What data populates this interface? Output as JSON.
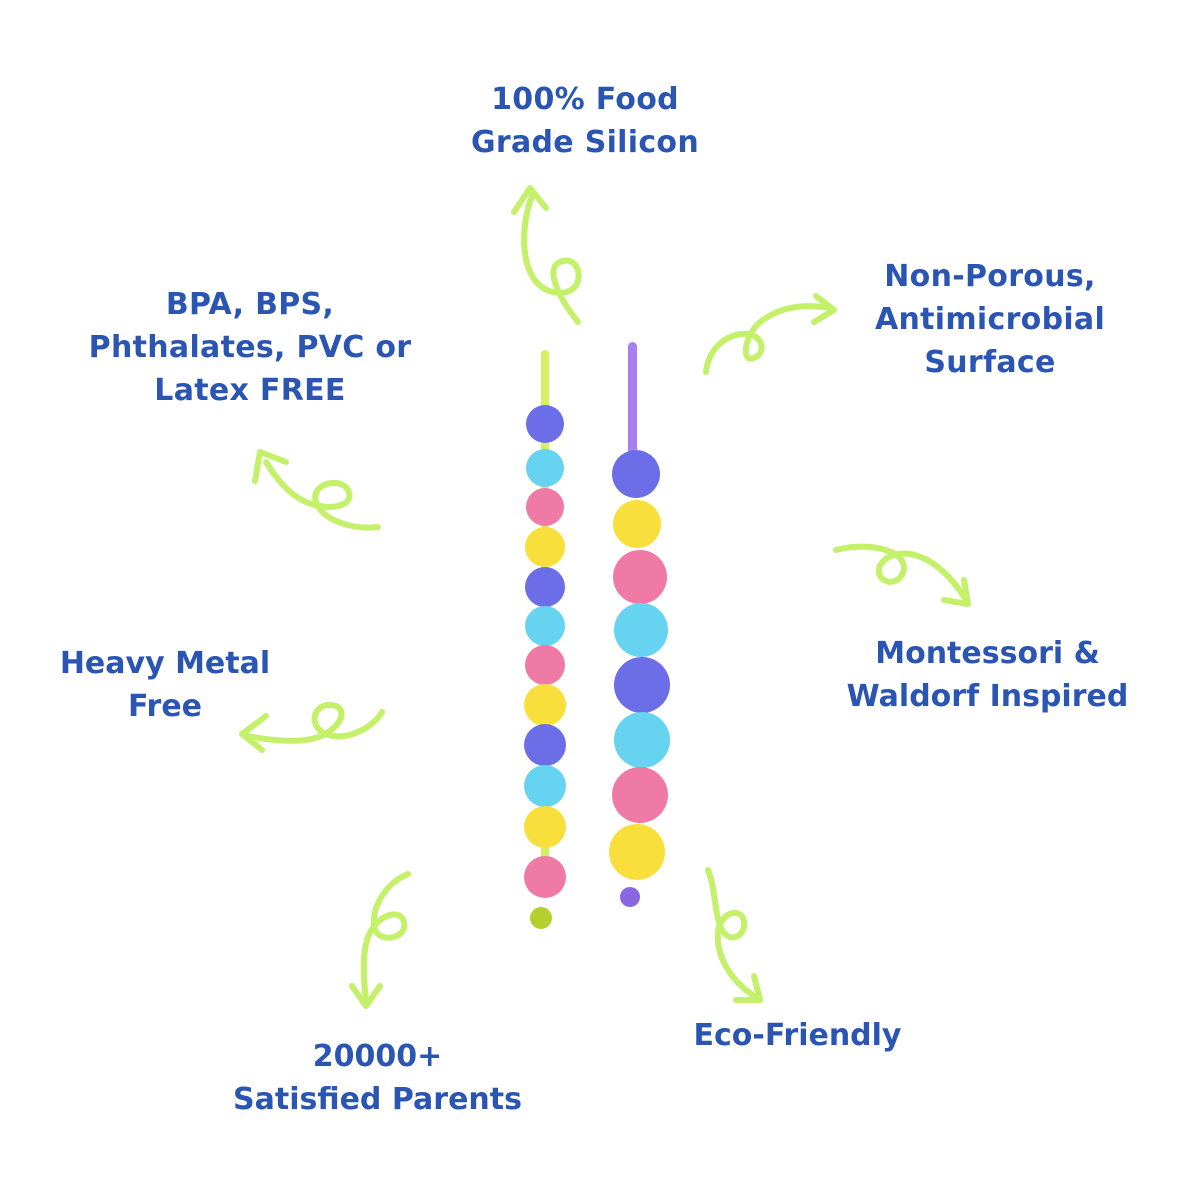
{
  "features": {
    "food_grade": [
      "100% Food",
      "Grade Silicon"
    ],
    "non_porous": [
      "Non-Porous,",
      "Antimicrobial",
      "Surface"
    ],
    "bpa_free": [
      "BPA, BPS,",
      "Phthalates, PVC or",
      "Latex FREE"
    ],
    "heavy_metal": [
      "Heavy Metal",
      "Free"
    ],
    "montessori": [
      "Montessori &",
      "Waldorf Inspired"
    ],
    "eco": [
      "Eco-Friendly"
    ],
    "parents": [
      "20000+",
      "Satisfied Parents"
    ]
  },
  "colors": {
    "text": "#2a55b3",
    "arrow": "#c4f06a",
    "bead_purple": "#6c6ee8",
    "bead_blue": "#66d3f0",
    "bead_pink": "#f07aa6",
    "bead_yellow": "#f8df3c",
    "tip_green": "#b5cf2e",
    "stem_green": "#d6f060",
    "stem_purple": "#a87ef0"
  },
  "icons": [
    "curly-arrow-icon"
  ]
}
